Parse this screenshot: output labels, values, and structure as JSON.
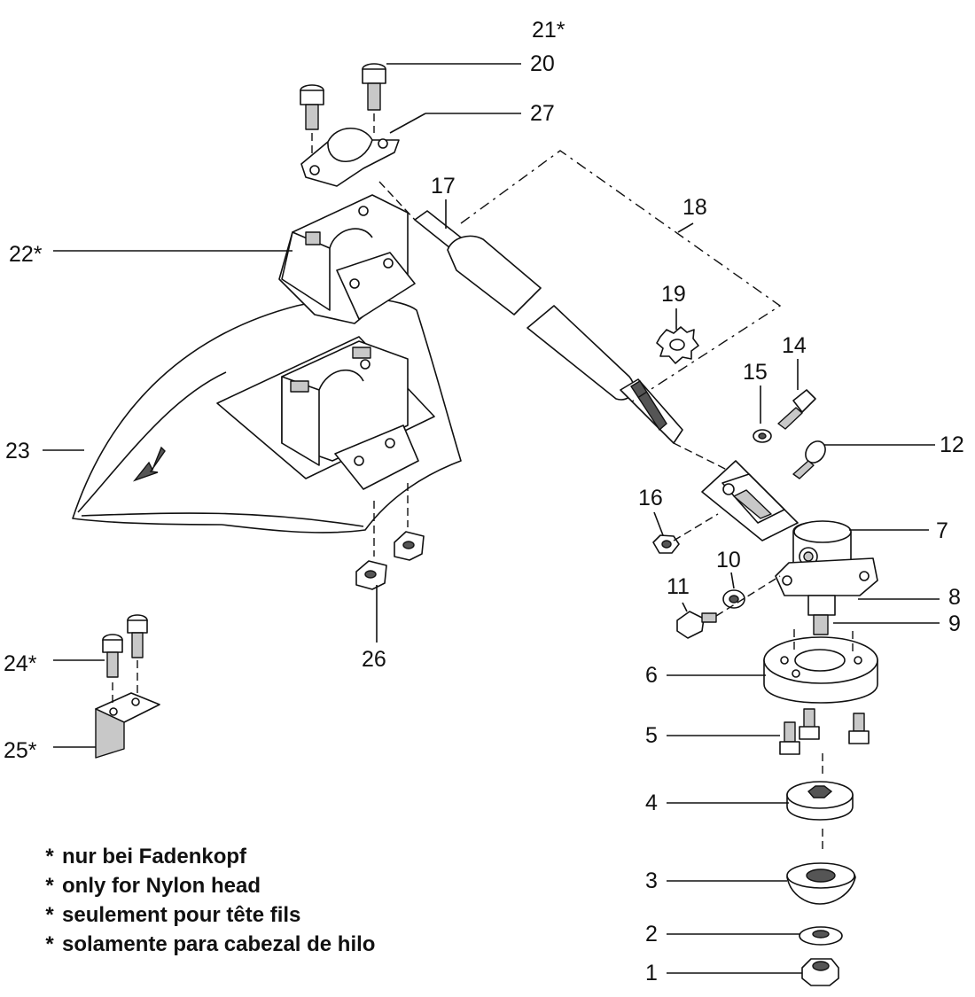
{
  "labels": {
    "p1": "1",
    "p2": "2",
    "p3": "3",
    "p4": "4",
    "p5": "5",
    "p6": "6",
    "p7": "7",
    "p8": "8",
    "p9": "9",
    "p10": "10",
    "p11": "11",
    "p12": "12",
    "p14": "14",
    "p15": "15",
    "p16": "16",
    "p17": "17",
    "p18": "18",
    "p19": "19",
    "p20": "20",
    "p21": "21*",
    "p22": "22*",
    "p23": "23",
    "p24": "24*",
    "p25": "25*",
    "p26": "26",
    "p27": "27"
  },
  "notes": {
    "star": "*",
    "de": "nur bei Fadenkopf",
    "en": "only for Nylon head",
    "fr": "seulement pour tête fils",
    "es": "solamente para cabezal de hilo"
  }
}
